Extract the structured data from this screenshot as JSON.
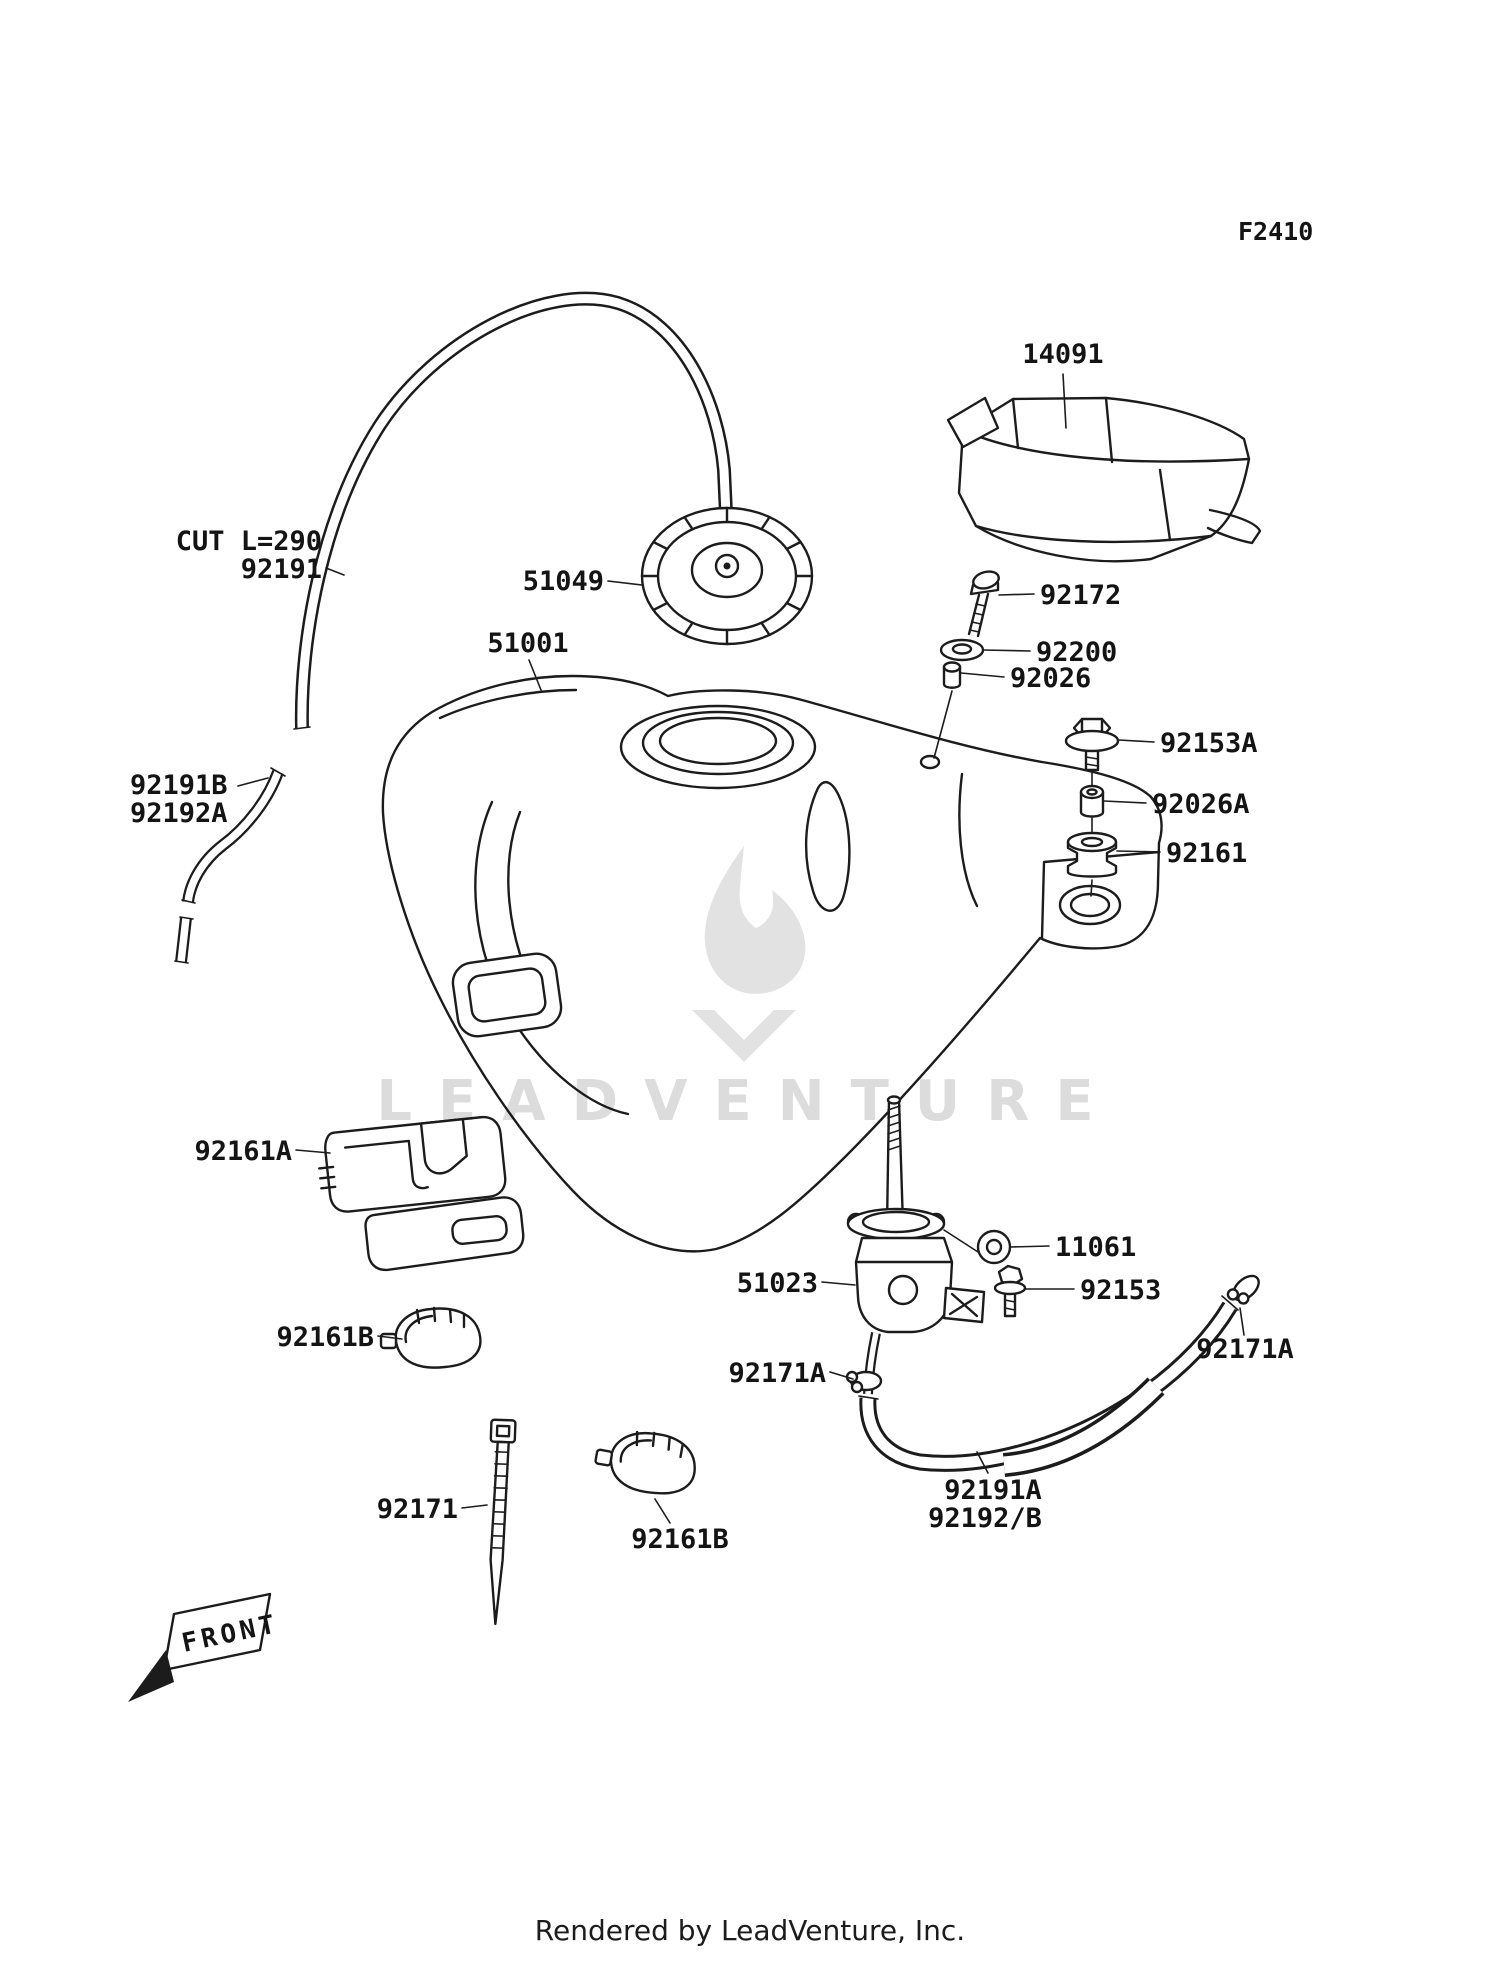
{
  "figure": {
    "code": "F2410",
    "front_label": "FRONT",
    "watermark": "LEADVENTURE",
    "footer": "Rendered by LeadVenture, Inc."
  },
  "labels": {
    "p14091": "14091",
    "cut_note": "CUT L=290",
    "p92191": "92191",
    "p51049": "51049",
    "p92172": "92172",
    "p51001": "51001",
    "p92200": "92200",
    "p92026": "92026",
    "p92153A": "92153A",
    "p92191B": "92191B",
    "p92192A": "92192A",
    "p92026A": "92026A",
    "p92161": "92161",
    "p92161A": "92161A",
    "p11061": "11061",
    "p51023": "51023",
    "p92153": "92153",
    "p92161B": "92161B",
    "p92171A": "92171A",
    "p92171": "92171",
    "p92191A": "92191A",
    "p92192B": "92192/B"
  },
  "colors": {
    "line": "#1c1c1c",
    "watermark": "#dcdcdc",
    "background": "#ffffff"
  }
}
